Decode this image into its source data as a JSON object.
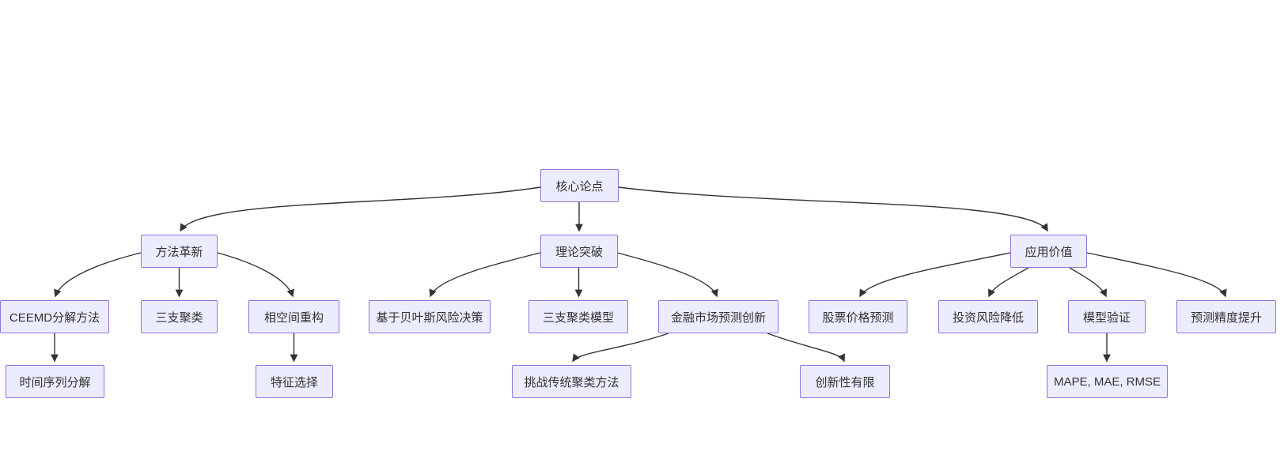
{
  "diagram": {
    "type": "flowchart",
    "direction": "top-down",
    "background_color": "#ffffff",
    "node_fill_color": "#ECECFF",
    "node_border_color": "#9370DB",
    "edge_color": "#333333",
    "text_color": "#333333",
    "nodes": {
      "root": {
        "label": "核心论点"
      },
      "method": {
        "label": "方法革新"
      },
      "theory": {
        "label": "理论突破"
      },
      "value": {
        "label": "应用价值"
      },
      "ceemd": {
        "label": "CEEMD分解方法"
      },
      "three_cluster": {
        "label": "三支聚类"
      },
      "phase": {
        "label": "相空间重构"
      },
      "bayes": {
        "label": "基于贝叶斯风险决策"
      },
      "three_model": {
        "label": "三支聚类模型"
      },
      "finance": {
        "label": "金融市场预测创新"
      },
      "stock": {
        "label": "股票价格预测"
      },
      "invest": {
        "label": "投资风险降低"
      },
      "validation": {
        "label": "模型验证"
      },
      "precision": {
        "label": "预测精度提升"
      },
      "decompose": {
        "label": "时间序列分解"
      },
      "feature": {
        "label": "特征选择"
      },
      "challenge": {
        "label": "挑战传统聚类方法"
      },
      "limited": {
        "label": "创新性有限"
      },
      "metrics": {
        "label": "MAPE, MAE, RMSE"
      }
    },
    "edges": [
      {
        "from": "root",
        "to": "method"
      },
      {
        "from": "root",
        "to": "theory"
      },
      {
        "from": "root",
        "to": "value"
      },
      {
        "from": "method",
        "to": "ceemd"
      },
      {
        "from": "method",
        "to": "three_cluster"
      },
      {
        "from": "method",
        "to": "phase"
      },
      {
        "from": "theory",
        "to": "bayes"
      },
      {
        "from": "theory",
        "to": "three_model"
      },
      {
        "from": "theory",
        "to": "finance"
      },
      {
        "from": "value",
        "to": "stock"
      },
      {
        "from": "value",
        "to": "invest"
      },
      {
        "from": "value",
        "to": "validation"
      },
      {
        "from": "value",
        "to": "precision"
      },
      {
        "from": "ceemd",
        "to": "decompose"
      },
      {
        "from": "phase",
        "to": "feature"
      },
      {
        "from": "finance",
        "to": "challenge"
      },
      {
        "from": "finance",
        "to": "limited"
      },
      {
        "from": "validation",
        "to": "metrics"
      }
    ]
  }
}
